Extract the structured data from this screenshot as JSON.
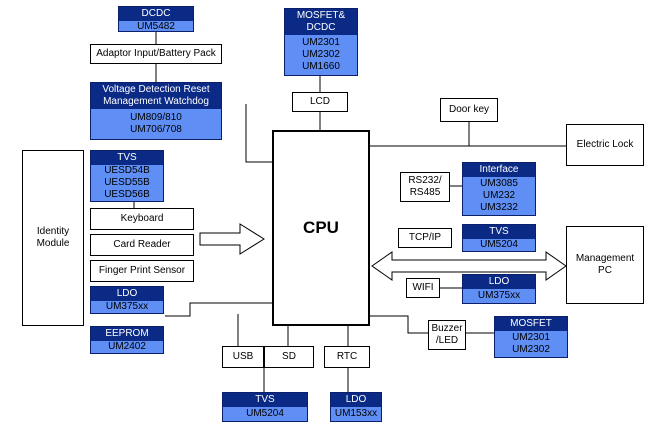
{
  "cpu": "CPU",
  "boxes": {
    "adaptor": "Adaptor Input/Battery Pack",
    "lcd": "LCD",
    "door_key": "Door key",
    "electric_lock": "Electric Lock",
    "identity_module_line1": "Identity",
    "identity_module_line2": "Module",
    "keyboard": "Keyboard",
    "card_reader": "Card Reader",
    "finger_print": "Finger Print Sensor",
    "rs232_line1": "RS232/",
    "rs232_line2": "RS485",
    "tcpip": "TCP/IP",
    "wifi": "WIFI",
    "management_pc_line1": "Management",
    "management_pc_line2": "PC",
    "buzzer_line1": "Buzzer",
    "buzzer_line2": "/LED",
    "usb": "USB",
    "sd": "SD",
    "rtc": "RTC"
  },
  "chips": {
    "dcdc": {
      "header": "DCDC",
      "parts": [
        "UM5482"
      ]
    },
    "mosfet_dcdc": {
      "header_lines": [
        "MOSFET&",
        "DCDC"
      ],
      "parts": [
        "UM2301",
        "UM2302",
        "UM1660"
      ]
    },
    "voltage": {
      "header_lines": [
        "Voltage Detection Reset",
        "Management Watchdog"
      ],
      "parts": [
        "UM809/810",
        "UM706/708"
      ]
    },
    "tvs_left": {
      "header": "TVS",
      "parts": [
        "UESD54B",
        "UESD55B",
        "UESD56B"
      ]
    },
    "ldo_left": {
      "header": "LDO",
      "parts": [
        "UM375xx"
      ]
    },
    "eeprom": {
      "header": "EEPROM",
      "parts": [
        "UM2402"
      ]
    },
    "interface": {
      "header": "Interface",
      "parts": [
        "UM3085",
        "UM232",
        "UM3232"
      ]
    },
    "tvs_right": {
      "header": "TVS",
      "parts": [
        "UM5204"
      ]
    },
    "ldo_right": {
      "header": "LDO",
      "parts": [
        "UM375xx"
      ]
    },
    "mosfet": {
      "header": "MOSFET",
      "parts": [
        "UM2301",
        "UM2302"
      ]
    },
    "tvs_bottom": {
      "header": "TVS",
      "parts": [
        "UM5204"
      ]
    },
    "ldo_bottom": {
      "header": "LDO",
      "parts": [
        "UM153xx"
      ]
    }
  },
  "colors": {
    "header": "#0b2a86",
    "body": "#5f8ef5"
  }
}
